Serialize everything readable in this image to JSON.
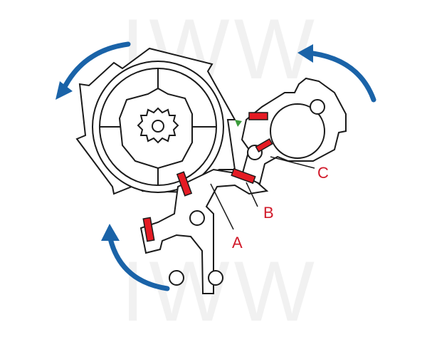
{
  "diagram": {
    "labels": [
      {
        "id": "a",
        "text": "A"
      },
      {
        "id": "b",
        "text": "B"
      },
      {
        "id": "c",
        "text": "C"
      }
    ],
    "watermark": "IWW"
  },
  "colors": {
    "line": "#1a1a1a",
    "arrow": "#1a63a8",
    "pallet": "#e51b24",
    "callout": "#d11a2a",
    "accent": "#3a9a3a"
  }
}
